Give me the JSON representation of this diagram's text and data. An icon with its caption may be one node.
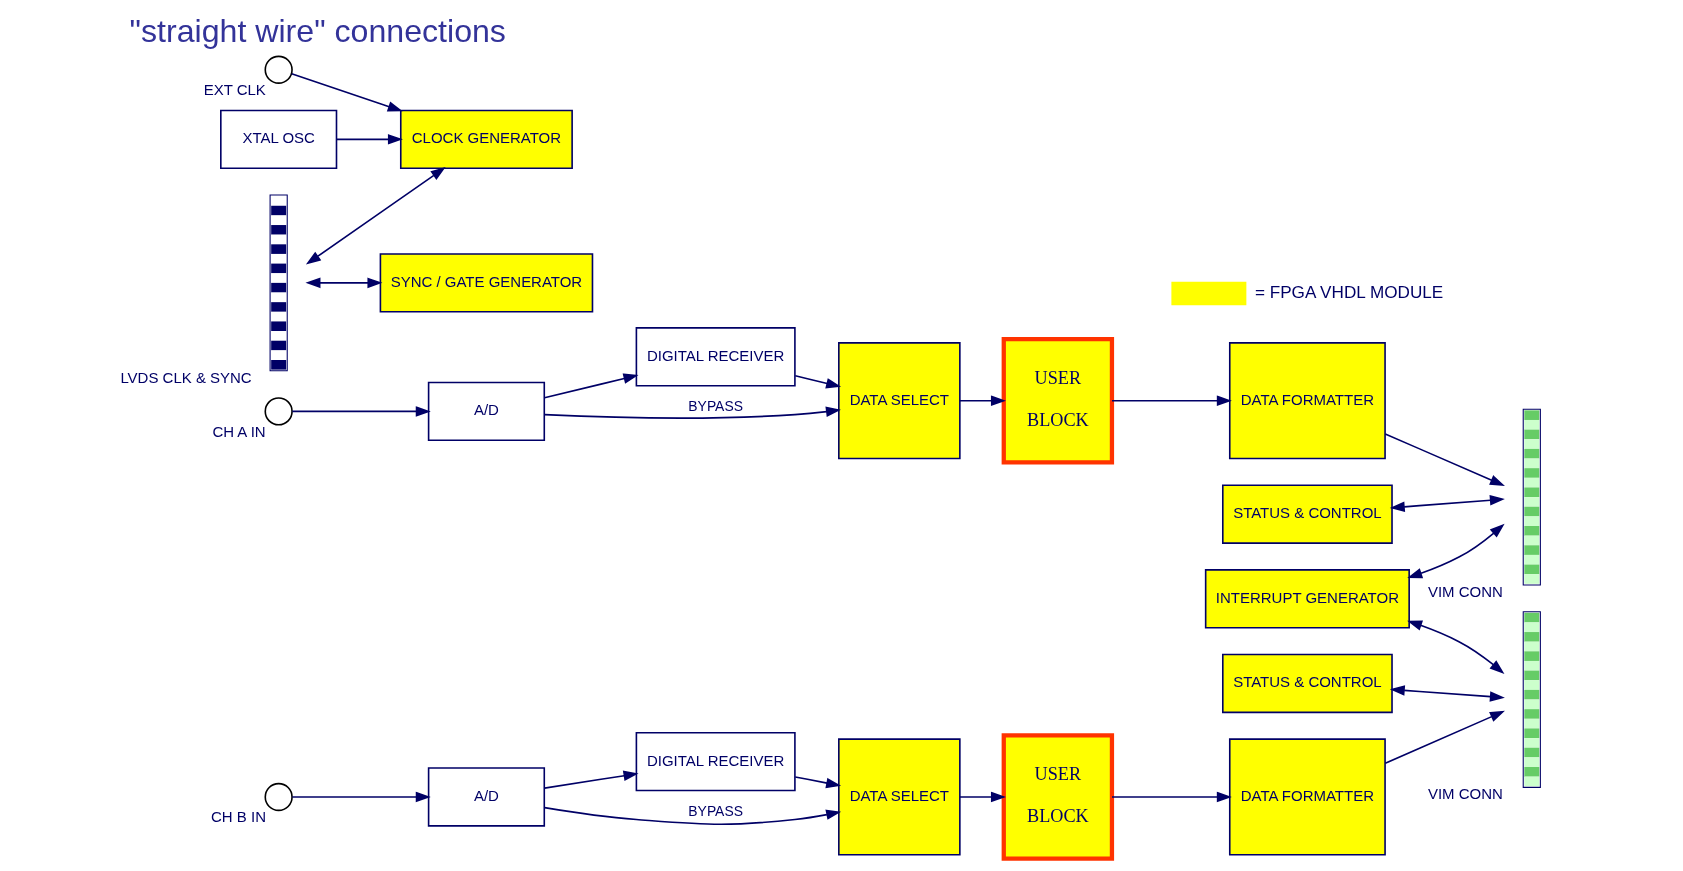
{
  "diagram": {
    "title": "\"straight wire\" connections",
    "nodes": [
      {
        "text": [],
        "shape": "circle",
        "beside": [
          "CH A IN"
        ]
      },
      {
        "text": [
          "A/D"
        ]
      },
      {
        "text": [
          "DIGITAL RECEIVER"
        ]
      },
      {
        "text": [
          "DATA SELECT"
        ]
      },
      {
        "text": [
          "USER",
          "BLOCK"
        ]
      },
      {
        "text": [
          "DATA FORMATTER"
        ]
      },
      {
        "text": [],
        "shape": "bar",
        "beside": [
          "VIM CONN"
        ]
      },
      {
        "text": [
          "STATUS & CONTROL"
        ]
      },
      {
        "text": [
          "INTERRUPT GENERATOR"
        ]
      },
      {
        "text": [],
        "shape": "circle",
        "beside": [
          "EXT CLK"
        ]
      },
      {
        "text": [
          "CLOCK GENERATOR"
        ]
      },
      {
        "text": [
          "XTAL OSC"
        ]
      },
      {
        "text": [],
        "shape": "bar",
        "beside": [
          "LVDS CLK & SYNC"
        ]
      },
      {
        "text": [
          "SYNC / GATE GENERATOR"
        ]
      },
      {
        "text": [
          "STATUS & CONTROL"
        ]
      },
      {
        "text": [],
        "shape": "bar",
        "beside": [
          "VIM CONN"
        ]
      },
      {
        "text": [],
        "shape": "circle",
        "beside": [
          "CH B IN"
        ]
      },
      {
        "text": [
          "A/D"
        ]
      },
      {
        "text": [
          "DIGITAL RECEIVER"
        ]
      },
      {
        "text": [
          "DATA SELECT"
        ]
      },
      {
        "text": [
          "USER",
          "BLOCK"
        ]
      },
      {
        "text": [
          "DATA FORMATTER"
        ]
      }
    ],
    "edges": [
      {
        "from": 0,
        "to": 1,
        "arrow": "to"
      },
      {
        "from": 1,
        "to": 3,
        "arrow": "to",
        "label": "BYPASS"
      },
      {
        "from": 1,
        "to": 2,
        "arrow": "to"
      },
      {
        "from": 2,
        "to": 3,
        "arrow": "to"
      },
      {
        "from": 3,
        "to": 4,
        "arrow": "to"
      },
      {
        "from": 4,
        "to": 5,
        "arrow": "to"
      },
      {
        "from": 5,
        "to": 6,
        "arrow": "to"
      },
      {
        "from": 7,
        "to": 6,
        "arrow": "both"
      },
      {
        "from": 8,
        "to": 6,
        "arrow": "both"
      },
      {
        "from": 9,
        "to": 10,
        "arrow": "to"
      },
      {
        "from": 11,
        "to": 10,
        "arrow": "to"
      },
      {
        "from": 12,
        "to": 10,
        "arrow": "both"
      },
      {
        "from": 12,
        "to": 13,
        "arrow": "both"
      },
      {
        "from": 8,
        "to": 15,
        "arrow": "both"
      },
      {
        "from": 14,
        "to": 15,
        "arrow": "both"
      },
      {
        "from": 16,
        "to": 17,
        "arrow": "to"
      },
      {
        "from": 17,
        "to": 19,
        "arrow": "to",
        "label": "BYPASS"
      },
      {
        "from": 17,
        "to": 18,
        "arrow": "to"
      },
      {
        "from": 18,
        "to": 19,
        "arrow": "to"
      },
      {
        "from": 19,
        "to": 20,
        "arrow": "to"
      },
      {
        "from": 20,
        "to": 21,
        "arrow": "to"
      },
      {
        "from": 21,
        "to": 15,
        "arrow": "to"
      }
    ],
    "legend": [
      {
        "text": "= FPGA VHDL MODULE",
        "color": "#ffff00"
      }
    ]
  }
}
